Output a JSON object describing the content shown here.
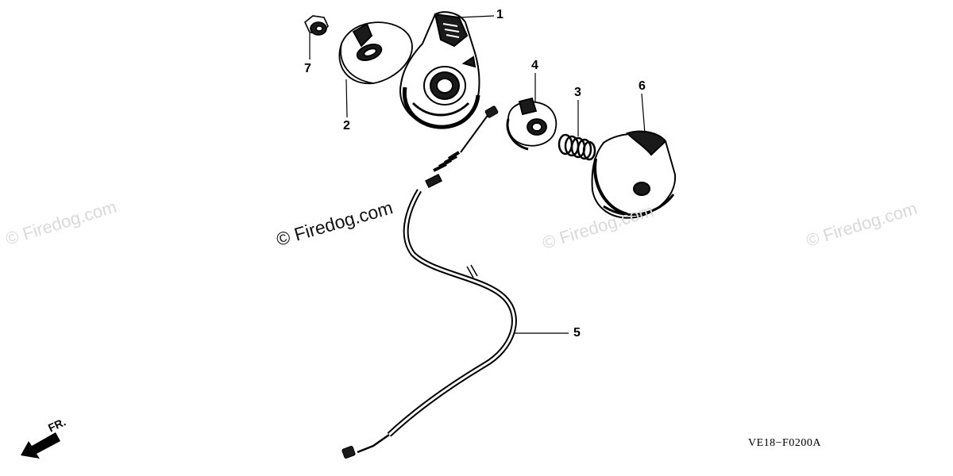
{
  "callouts": {
    "c1": "1",
    "c2": "2",
    "c3": "3",
    "c4": "4",
    "c5": "5",
    "c6": "6",
    "c7": "7"
  },
  "watermarks": {
    "main": "© Firedog.com",
    "left": "© Firedog.com",
    "center": "© Firedog.com",
    "right": "© Firedog.com"
  },
  "diagram_code": "VE18−F0200A",
  "direction_label": "FR."
}
